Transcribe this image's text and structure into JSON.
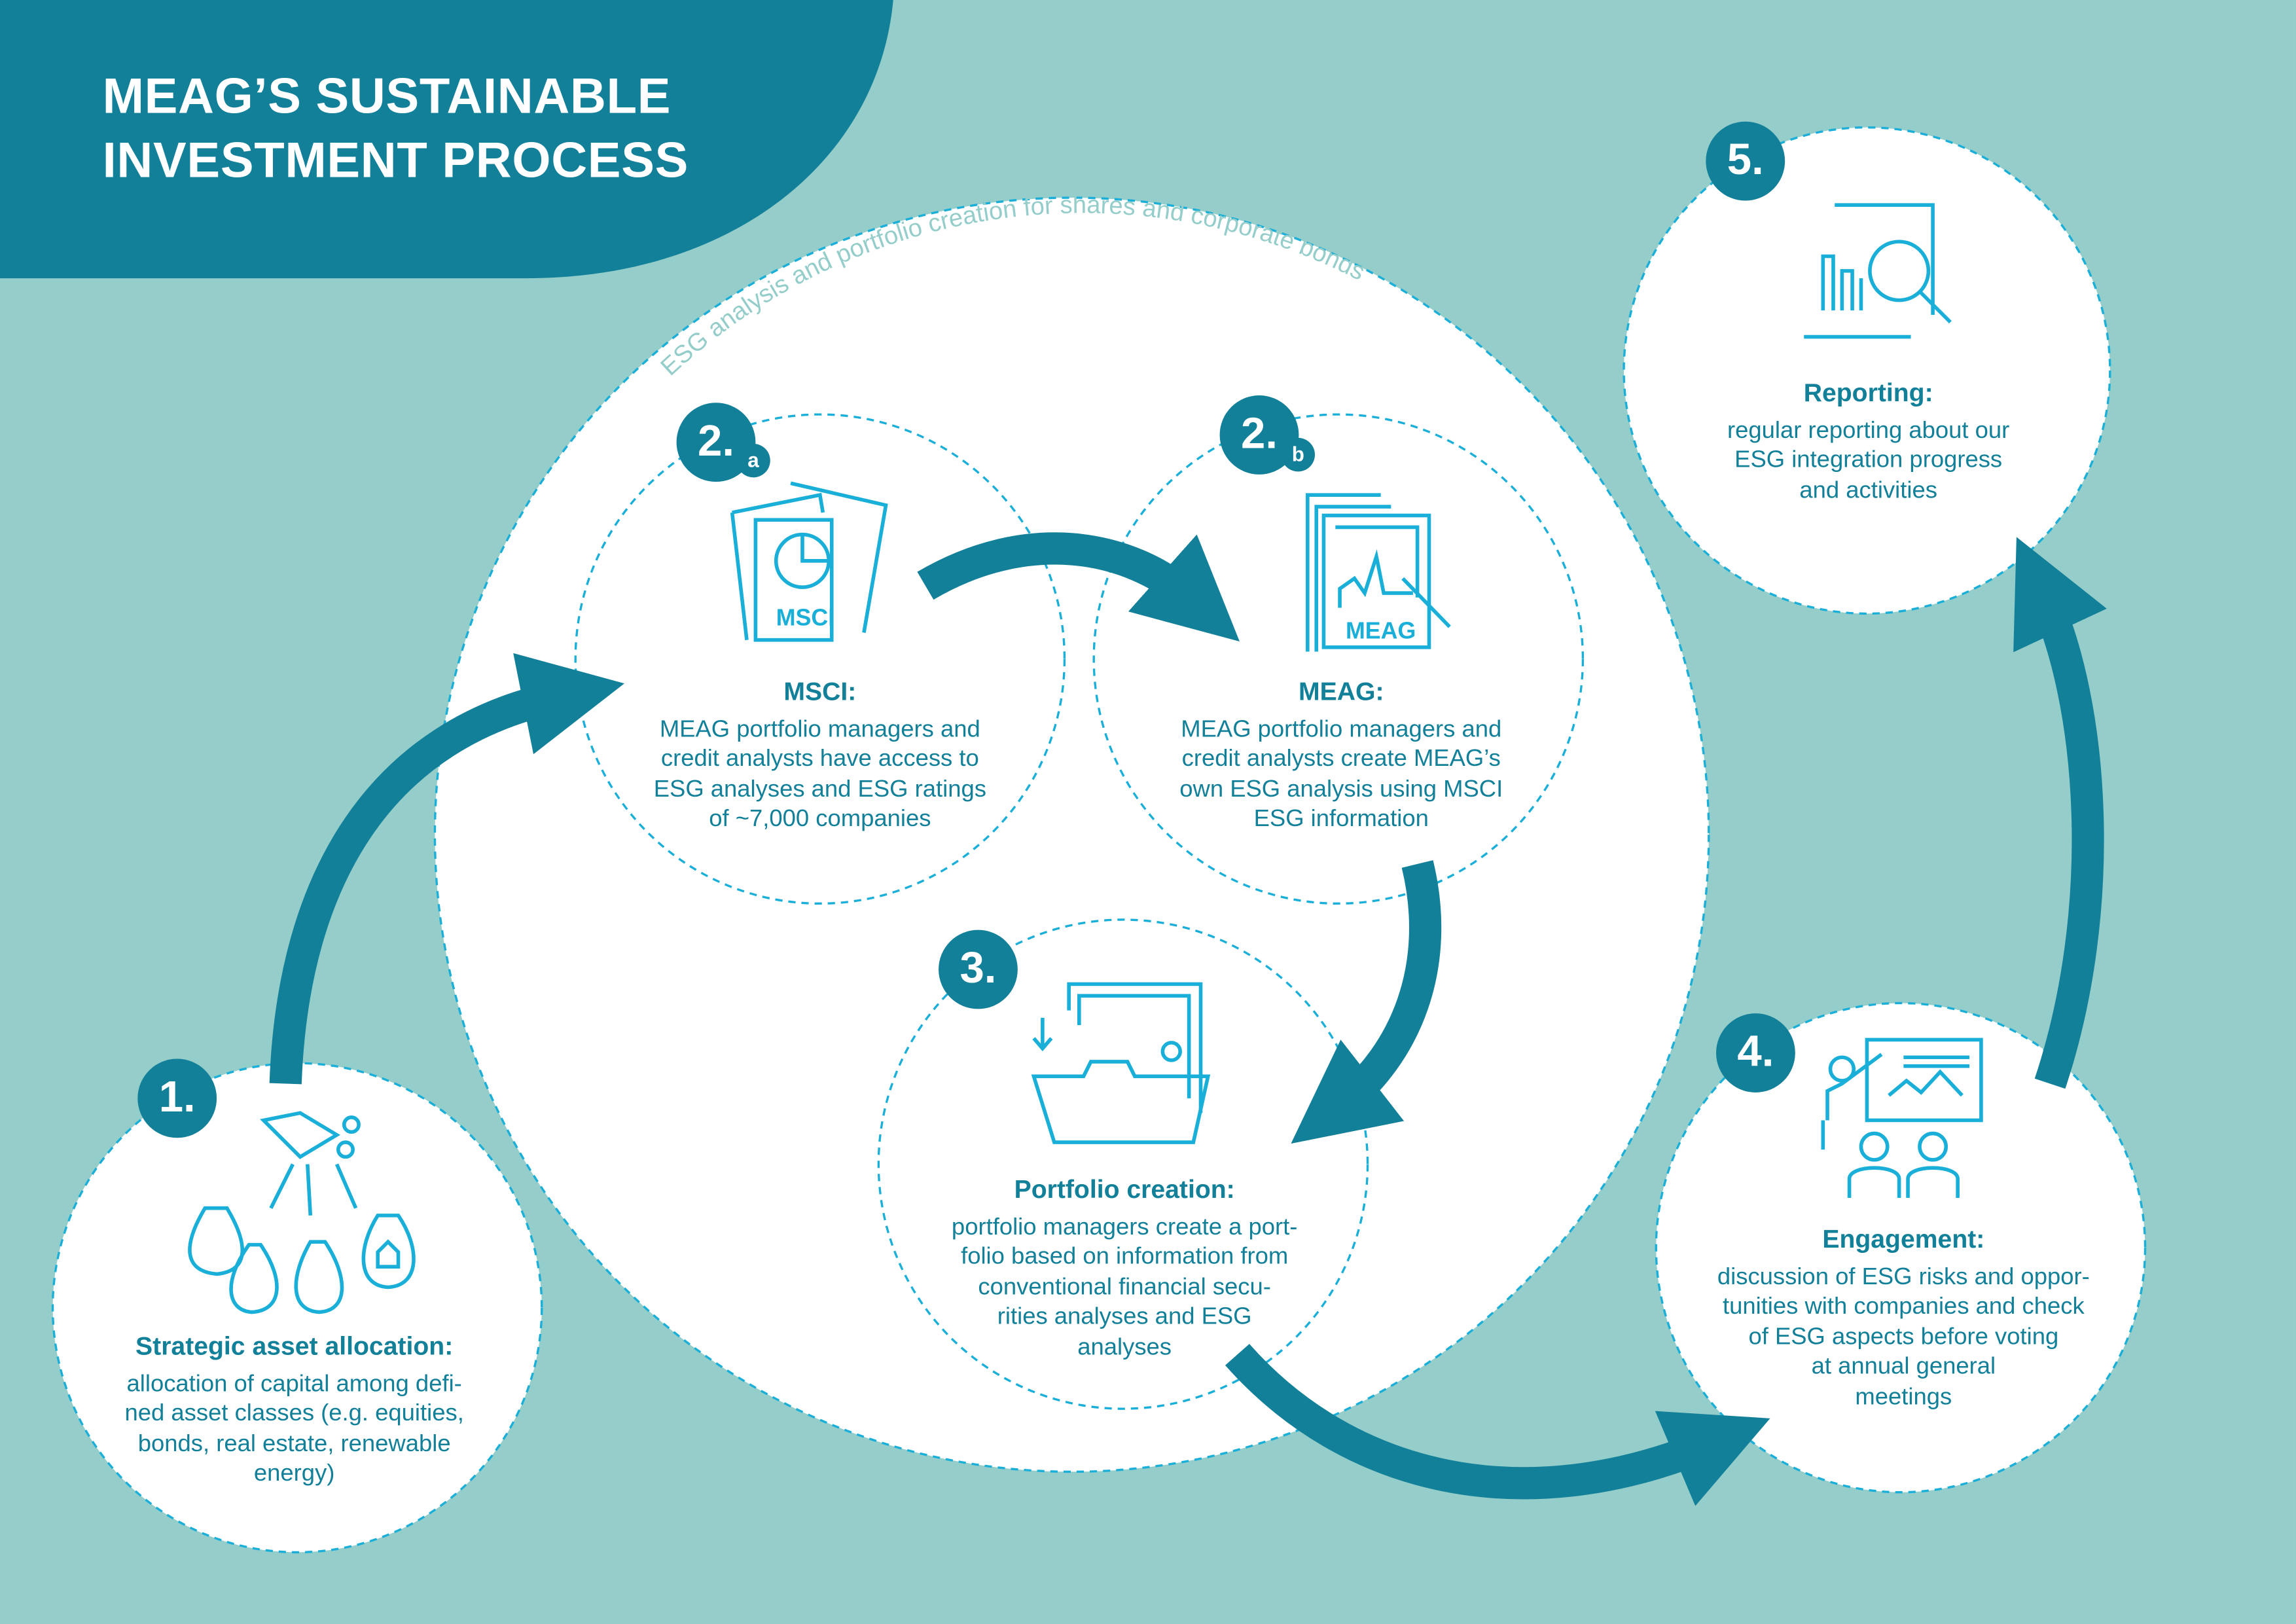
{
  "title": [
    "MEAG’S SUSTAINABLE",
    "INVESTMENT PROCESS"
  ],
  "arc_label": "ESG analysis and portfolio creation for shares and corporate bonds",
  "colors": {
    "background": "#94cdc9",
    "dark_teal": "#13809a",
    "icon_blue": "#1aafd8",
    "white": "#ffffff"
  },
  "steps": {
    "step1": {
      "number": "1.",
      "icon": "money-bags-icon",
      "heading": "Strategic asset allocation:",
      "lines": [
        "allocation of capital among defi-",
        "ned asset classes (e.g. equities,",
        "bonds, real estate, renewable",
        "energy)"
      ]
    },
    "step2a": {
      "number": "2.",
      "sub": "a",
      "icon": "msci-document-icon",
      "icon_label": "MSCI",
      "heading": "MSCI:",
      "lines": [
        "MEAG portfolio managers and",
        "credit analysts have access to",
        "ESG analyses and ESG ratings",
        "of  ~7,000 companies"
      ]
    },
    "step2b": {
      "number": "2.",
      "sub": "b",
      "icon": "meag-document-icon",
      "icon_label": "MEAG",
      "heading": "MEAG:",
      "lines": [
        "MEAG portfolio managers and",
        "credit analysts create MEAG’s",
        "own ESG analysis using MSCI",
        "ESG information"
      ]
    },
    "step3": {
      "number": "3.",
      "icon": "portfolio-folder-icon",
      "heading": "Portfolio creation:",
      "lines": [
        "portfolio managers create a port-",
        "folio based on information from",
        "conventional financial secu-",
        "rities analyses and ESG",
        "analyses"
      ]
    },
    "step4": {
      "number": "4.",
      "icon": "presentation-meeting-icon",
      "heading": "Engagement:",
      "lines": [
        "discussion of ESG risks and oppor-",
        "tunities with companies and check",
        "of ESG aspects before voting",
        "at annual general",
        "meetings"
      ]
    },
    "step5": {
      "number": "5.",
      "icon": "report-magnifier-icon",
      "heading": "Reporting:",
      "lines": [
        "regular reporting about our",
        "ESG integration progress",
        "and activities"
      ]
    }
  }
}
